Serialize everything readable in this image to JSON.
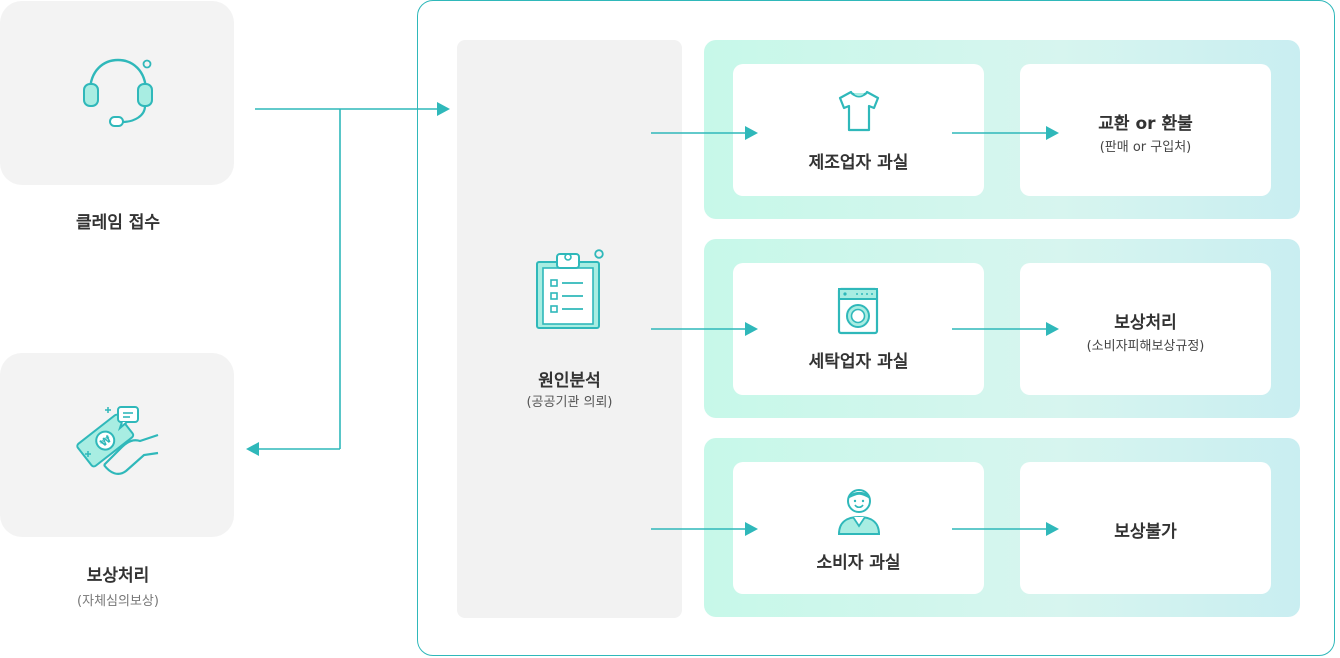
{
  "colors": {
    "accent": "#2fb8ba",
    "band": "#c9f6ea",
    "box": "#f3f3f3"
  },
  "claim": {
    "label": "클레임 접수",
    "icon": "headset-icon"
  },
  "compensation": {
    "label": "보상처리",
    "sub": "(자체심의보상)",
    "icon": "money-handshake-icon"
  },
  "analysis": {
    "label": "원인분석",
    "sub": "(공공기관 의뢰)",
    "icon": "clipboard-checklist-icon"
  },
  "rows": [
    {
      "fault": "제조업자 과실",
      "fault_icon": "tshirt-icon",
      "result": "교환 or 환불",
      "result_sub": "(판매 or 구입처)"
    },
    {
      "fault": "세탁업자 과실",
      "fault_icon": "washing-machine-icon",
      "result": "보상처리",
      "result_sub": "(소비자피해보상규정)"
    },
    {
      "fault": "소비자 과실",
      "fault_icon": "consumer-person-icon",
      "result": "보상불가",
      "result_sub": ""
    }
  ]
}
